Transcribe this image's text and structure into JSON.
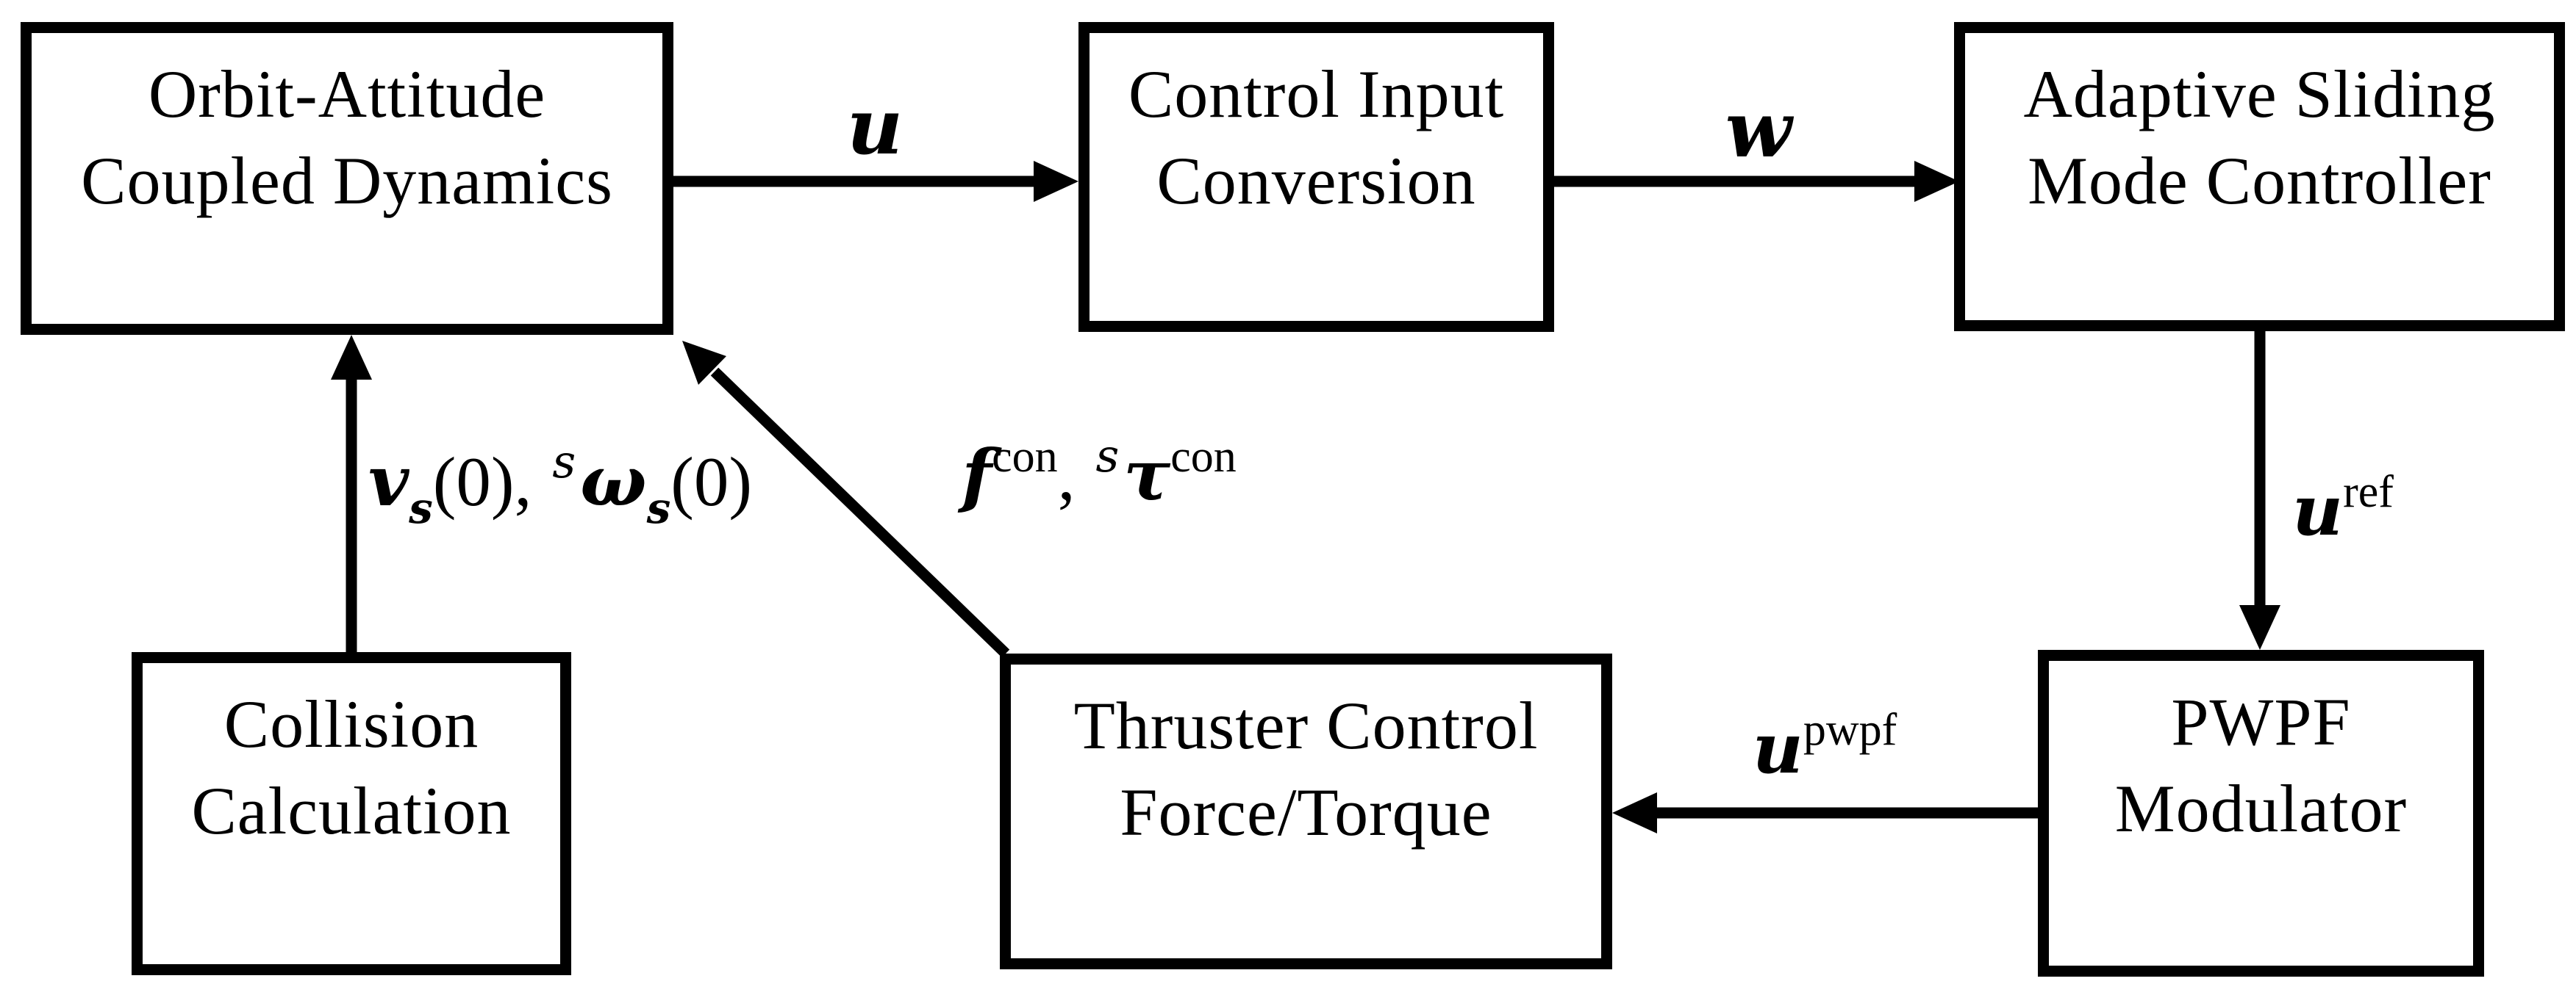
{
  "colors": {
    "ink": "#000000",
    "paper": "#ffffff"
  },
  "boxes": {
    "orbit": {
      "line1": "Orbit-Attitude",
      "line2": "Coupled Dynamics"
    },
    "control": {
      "line1": "Control Input",
      "line2": "Conversion"
    },
    "adaptive": {
      "line1": "Adaptive Sliding",
      "line2": "Mode Controller"
    },
    "collision": {
      "line1": "Collision",
      "line2": "Calculation"
    },
    "thruster": {
      "line1": "Thruster Control",
      "line2": "Force/Torque"
    },
    "pwpf": {
      "line1": "PWPF",
      "line2": "Modulator"
    }
  },
  "signals": {
    "u": {
      "base": "u"
    },
    "w": {
      "base": "w"
    },
    "uref": {
      "base": "u",
      "sup": "ref"
    },
    "upwpf": {
      "base": "u",
      "sup": "pwpf"
    },
    "ftau": {
      "f": "f",
      "fsup": "con",
      "comma": ",",
      "presup": "s",
      "tau": "τ",
      "tausup": "con"
    },
    "vomega": {
      "v": "v",
      "vsub": "s",
      "args1": "(0),",
      "presup": "s",
      "omega": "ω",
      "omegasub": "s",
      "args2": "(0)"
    }
  }
}
